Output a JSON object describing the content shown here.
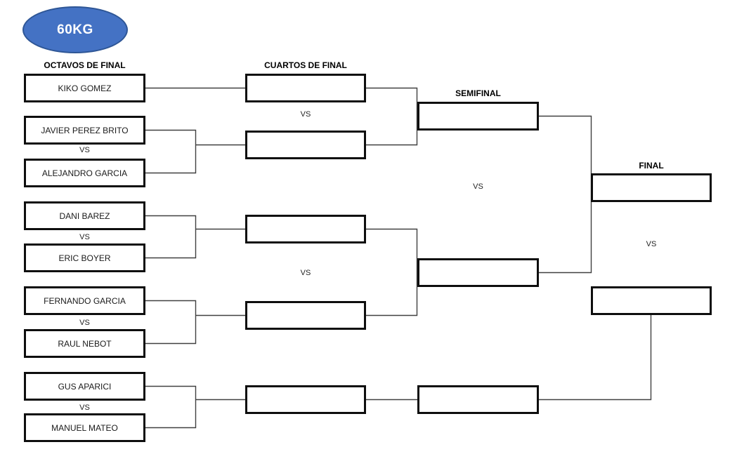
{
  "title": {
    "weight_class": "60KG"
  },
  "headers": {
    "octavos": "OCTAVOS DE FINAL",
    "cuartos": "CUARTOS DE FINAL",
    "semifinal": "SEMIFINAL",
    "final": "FINAL"
  },
  "vs": "VS",
  "bracket": {
    "octavos": {
      "bye": "KIKO GOMEZ",
      "matches": [
        {
          "p1": "JAVIER PEREZ BRITO",
          "p2": "ALEJANDRO GARCIA"
        },
        {
          "p1": "DANI BAREZ",
          "p2": "ERIC BOYER"
        },
        {
          "p1": "FERNANDO GARCIA",
          "p2": "RAUL NEBOT"
        },
        {
          "p1": "GUS APARICI",
          "p2": "MANUEL MATEO"
        }
      ]
    },
    "cuartos": {
      "slots": [
        "",
        "",
        "",
        "",
        ""
      ]
    },
    "semifinal": {
      "slots": [
        "",
        "",
        ""
      ]
    },
    "final": {
      "slots": [
        "",
        ""
      ]
    }
  },
  "colors": {
    "badge_fill": "#4472c4",
    "badge_border": "#2e5696",
    "box_border": "#0e0e0e",
    "connector": "#404040"
  }
}
